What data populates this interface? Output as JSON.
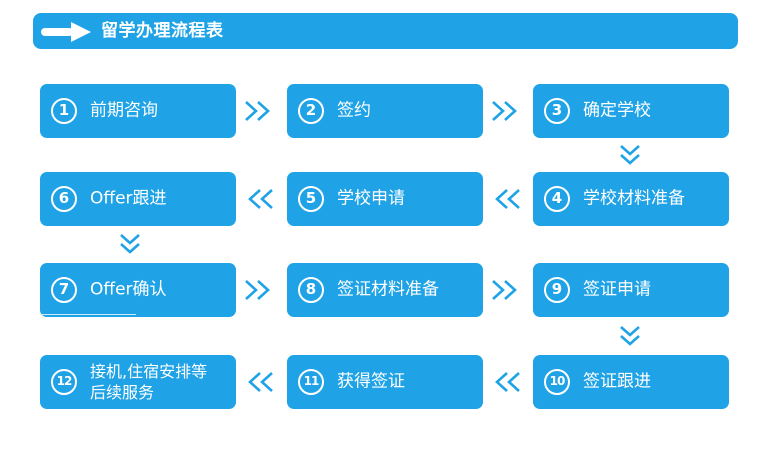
{
  "header": {
    "title": "留学办理流程表"
  },
  "steps": [
    {
      "number": "1",
      "label": "前期咨询"
    },
    {
      "number": "2",
      "label": "签约"
    },
    {
      "number": "3",
      "label": "确定学校"
    },
    {
      "number": "4",
      "label": "学校材料准备"
    },
    {
      "number": "5",
      "label": "学校申请"
    },
    {
      "number": "6",
      "label": "Offer跟进"
    },
    {
      "number": "7",
      "label": "Offer确认"
    },
    {
      "number": "8",
      "label": "签证材料准备"
    },
    {
      "number": "9",
      "label": "签证申请"
    },
    {
      "number": "10",
      "label": "签证跟进"
    },
    {
      "number": "11",
      "label": "获得签证"
    },
    {
      "number": "12",
      "label": "接机,住宿安排等\n后续服务"
    }
  ],
  "colors": {
    "accent": "#1fa3e6",
    "text": "#ffffff"
  }
}
